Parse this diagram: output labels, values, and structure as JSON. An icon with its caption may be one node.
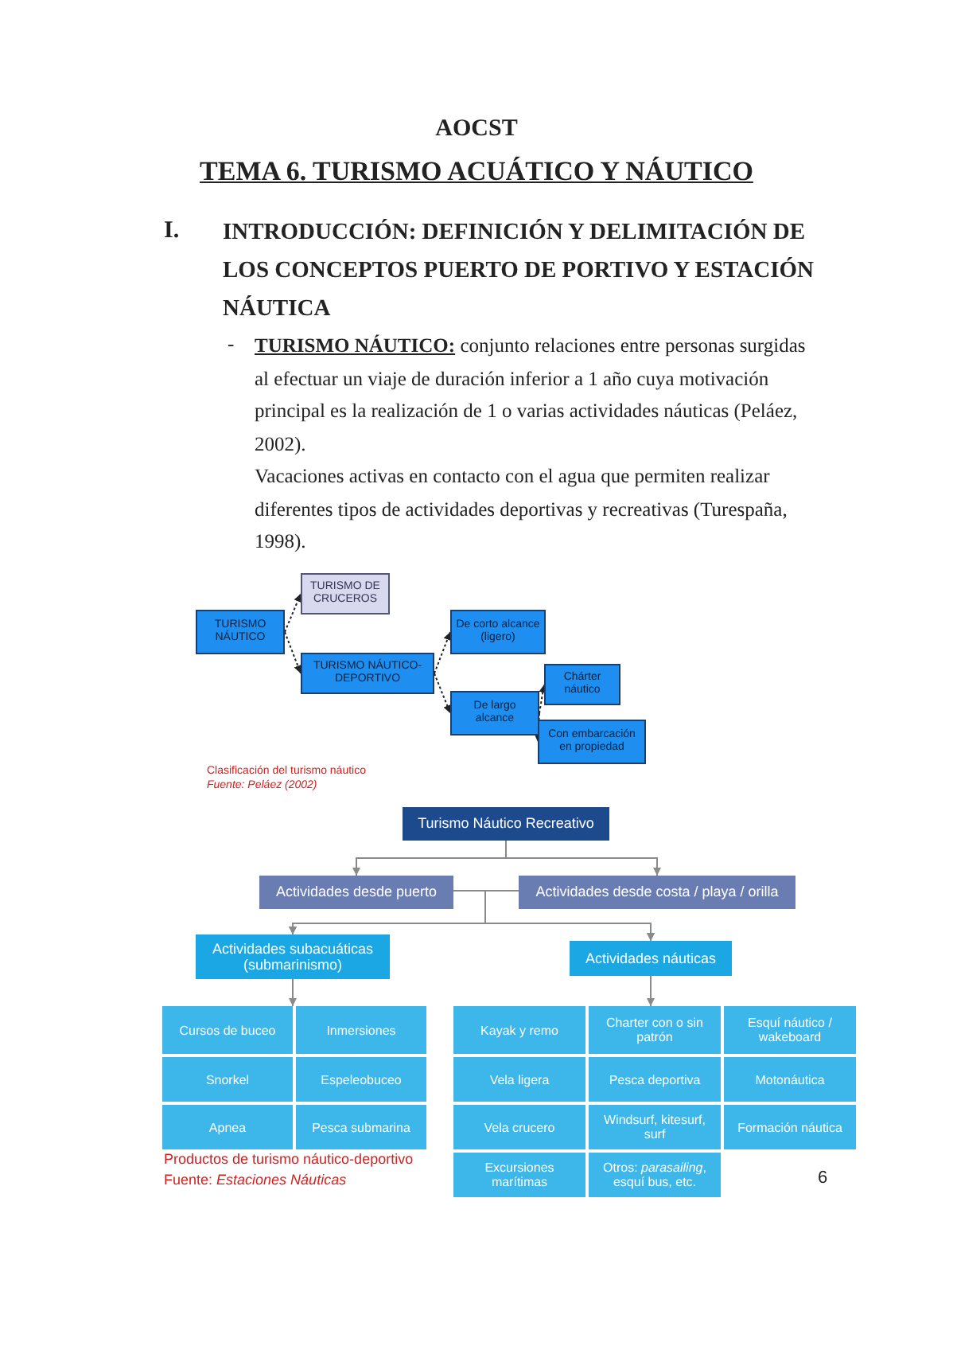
{
  "diagram": {
    "title": "TEMA 6. TURISMO ACUÁTICO Y NÁUTICO",
    "nodes": [
      {
        "text": [
          "TURISMO NÁUTICO"
        ]
      },
      {
        "text": [
          "TURISMO DE CRUCEROS"
        ]
      },
      {
        "text": [
          "TURISMO NÁUTICO-DEPORTIVO"
        ]
      },
      {
        "text": [
          "De corto alcance (ligero)"
        ]
      },
      {
        "text": [
          "De largo alcance"
        ]
      },
      {
        "text": [
          "Chárter náutico"
        ]
      },
      {
        "text": [
          "Con embarcación en propiedad"
        ]
      },
      {
        "text": [
          "Turismo Náutico Recreativo"
        ]
      },
      {
        "text": [
          "Actividades desde puerto"
        ]
      },
      {
        "text": [
          "Actividades desde costa / playa / orilla"
        ]
      },
      {
        "text": [
          "Actividades subacuáticas (submarinismo)"
        ]
      },
      {
        "text": [
          "Actividades náuticas"
        ]
      },
      {
        "text": [
          "Cursos de buceo"
        ]
      },
      {
        "text": [
          "Inmersiones"
        ]
      },
      {
        "text": [
          "Snorkel"
        ]
      },
      {
        "text": [
          "Espeleobuceo"
        ]
      },
      {
        "text": [
          "Apnea"
        ]
      },
      {
        "text": [
          "Pesca submarina"
        ]
      },
      {
        "text": [
          "Kayak y remo"
        ]
      },
      {
        "text": [
          "Charter con o sin patrón"
        ]
      },
      {
        "text": [
          "Esquí náutico / wakeboard"
        ]
      },
      {
        "text": [
          "Vela ligera"
        ]
      },
      {
        "text": [
          "Pesca deportiva"
        ]
      },
      {
        "text": [
          "Motonáutica"
        ]
      },
      {
        "text": [
          "Vela crucero"
        ]
      },
      {
        "text": [
          "Windsurf, kitesurf, surf"
        ]
      },
      {
        "text": [
          "Formación náutica"
        ]
      },
      {
        "text": [
          "Excursiones marítimas"
        ]
      },
      {
        "text": [
          "Otros: *parasailing*, esquí bus, etc."
        ]
      }
    ],
    "edges": [
      {
        "from": 0,
        "to": 1,
        "arrow": "to",
        "style": "dashed",
        "color": "#222222"
      },
      {
        "from": 0,
        "to": 2,
        "arrow": "to",
        "style": "dashed",
        "color": "#222222"
      },
      {
        "from": 2,
        "to": 3,
        "arrow": "to",
        "style": "dashed",
        "color": "#222222"
      },
      {
        "from": 2,
        "to": 4,
        "arrow": "to",
        "style": "dashed",
        "color": "#222222"
      },
      {
        "from": 4,
        "to": 5,
        "arrow": "to",
        "style": "dashed",
        "color": "#222222"
      },
      {
        "from": 4,
        "to": 6,
        "arrow": "to",
        "style": "dashed",
        "color": "#222222"
      },
      {
        "from": 7,
        "to": 8,
        "arrow": "to"
      },
      {
        "from": 7,
        "to": 9,
        "arrow": "to"
      },
      {
        "from": 8,
        "to": 10,
        "arrow": "to"
      },
      {
        "from": 8,
        "to": 11,
        "arrow": "to"
      },
      {
        "from": 9,
        "to": 10,
        "arrow": "to"
      },
      {
        "from": 9,
        "to": 11,
        "arrow": "to"
      },
      {
        "from": 10,
        "to": 12,
        "arrow": "to"
      },
      {
        "from": 11,
        "to": 19,
        "arrow": "to"
      }
    ],
    "labels": [
      "AOCST",
      "I.",
      "INTRODUCCIÓN: DEFINICIÓN Y DELIMITACIÓN DE LOS CONCEPTOS PUERTO DE PORTIVO Y ESTACIÓN NÁUTICA",
      "-",
      "**TURISMO NÁUTICO:** conjunto relaciones entre personas surgidas al efectuar un viaje de duración inferior a 1 año cuya motivación principal es la realización de 1 o varias actividades náuticas (Peláez, 2002).",
      "Vacaciones activas en contacto con el agua que permiten realizar diferentes tipos de actividades deportivas y recreativas (Turespaña, 1998).",
      "Clasificación del turismo náutico",
      "Fuente: Peláez (2002)",
      "Productos de turismo náutico-deportivo",
      "Fuente: *Estaciones Náuticas*",
      "6"
    ]
  }
}
